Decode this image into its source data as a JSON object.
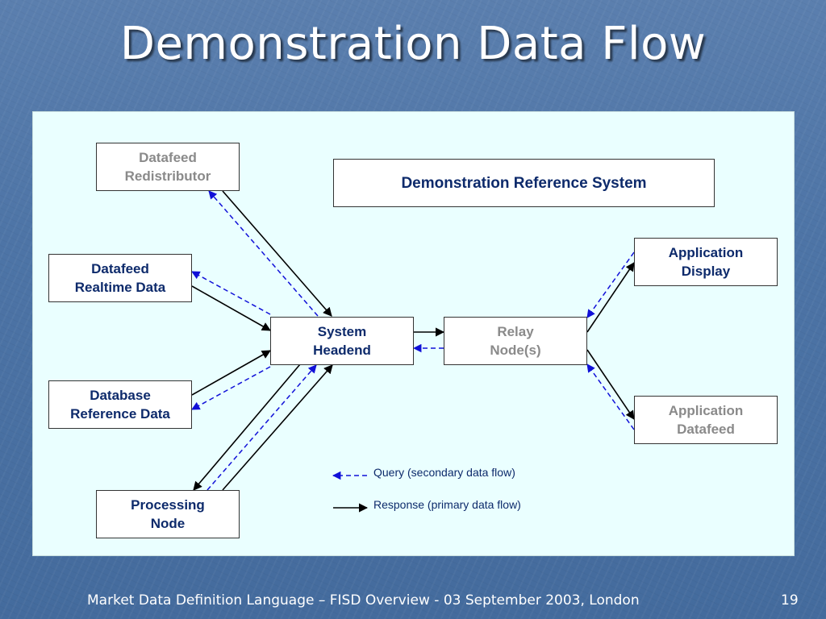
{
  "slide": {
    "title": "Demonstration Data Flow",
    "footer": "Market Data Definition Language – FISD Overview - 03 September 2003, London",
    "page_number": "19"
  },
  "diagram": {
    "reference_system_label": "Demonstration Reference System",
    "nodes": {
      "datafeed_redistributor": "Datafeed\nRedistributor",
      "datafeed_realtime": "Datafeed\nRealtime Data",
      "database_reference": "Database\nReference Data",
      "processing_node": "Processing\nNode",
      "system_headend": "System\nHeadend",
      "relay_nodes": "Relay\nNode(s)",
      "application_display": "Application\nDisplay",
      "application_datafeed": "Application\nDatafeed"
    },
    "legend": {
      "query": "Query (secondary data flow)",
      "response": "Response (primary data flow)"
    },
    "colors": {
      "query_line": "#1010d8",
      "response_line": "#000000",
      "node_text": "#0d2a6b",
      "inactive_node_text": "#8a8a8a",
      "panel_background": "#eaffff"
    }
  }
}
